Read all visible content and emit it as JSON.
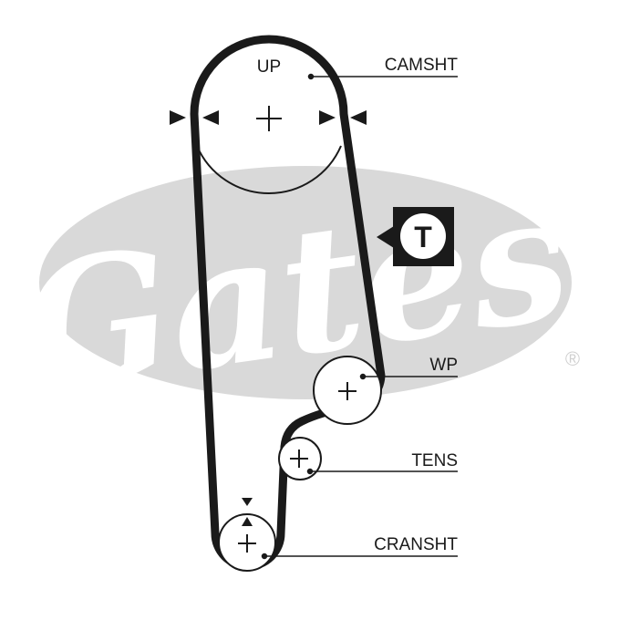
{
  "diagram": {
    "labels": {
      "up": "UP",
      "camshaft": "CAMSHT",
      "water_pump": "WP",
      "tensioner": "TENS",
      "crankshaft": "CRANSHT"
    },
    "tensioner_symbol": "T",
    "brand_mark": "Gates",
    "registered_mark": "®"
  },
  "colors": {
    "belt": "#1a1a1a",
    "watermark": "#d9d9d9",
    "background": "#ffffff"
  }
}
